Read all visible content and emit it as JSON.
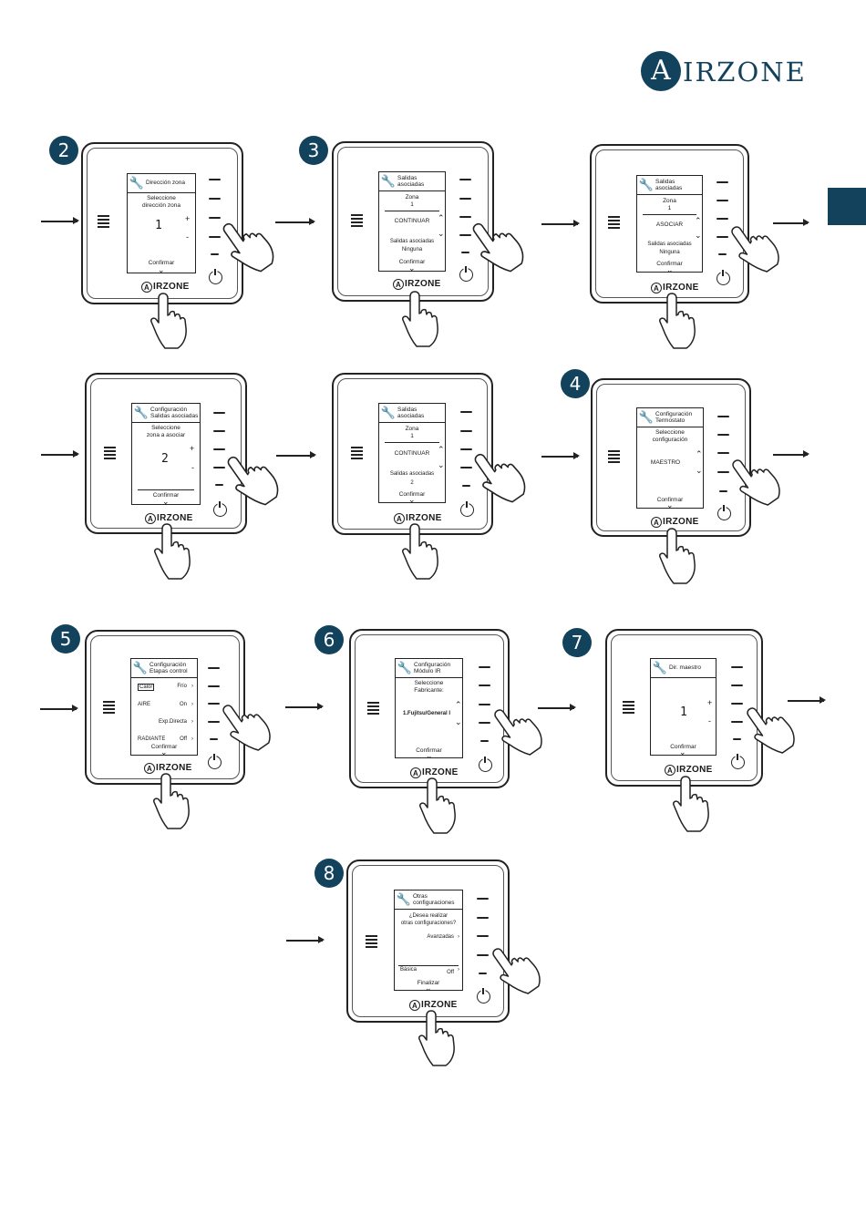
{
  "brand": {
    "logo_letter": "A",
    "logo_text": "IRZONE",
    "device_brand": "IRZONE",
    "device_mark": "A",
    "accent": "#13425d"
  },
  "steps": {
    "s2": "2",
    "s3": "3",
    "s4": "4",
    "s5": "5",
    "s6": "6",
    "s7": "7",
    "s8": "8"
  },
  "screens": {
    "a": {
      "title": "Dirección zona",
      "l1": "Seleccione",
      "l2": "dirección zona",
      "value": "1",
      "plus": "+",
      "minus": "-",
      "confirm": "Confirmar"
    },
    "b": {
      "title": "Salidas asociadas",
      "l1": "Zona",
      "l2": "1",
      "action": "CONTINUAR",
      "l3": "Salidas asociadas",
      "l4": "Ninguna",
      "confirm": "Confirmar"
    },
    "c": {
      "title": "Salidas asociadas",
      "l1": "Zona",
      "l2": "1",
      "action": "ASOCIAR",
      "l3": "Salidas asociadas",
      "l4": "Ninguna",
      "confirm": "Confirmar"
    },
    "d": {
      "title1": "Configuración",
      "title2": "Salidas asociadas",
      "l1": "Seleccione",
      "l2": "zona a asociar",
      "value": "2",
      "plus": "+",
      "minus": "-",
      "confirm": "Confirmar"
    },
    "e": {
      "title": "Salidas asociadas",
      "l1": "Zona",
      "l2": "1",
      "action": "CONTINUAR",
      "l3": "Salidas asociadas",
      "l4": "2",
      "confirm": "Confirmar"
    },
    "f": {
      "title1": "Configuración",
      "title2": "Termostato",
      "l1": "Seleccione",
      "l2": "configuración",
      "value": "MAESTRO",
      "confirm": "Confirmar"
    },
    "g": {
      "title1": "Configuración",
      "title2": "Etapas control",
      "rows": [
        {
          "label": "Calor",
          "value": "Frío"
        },
        {
          "label": "AIRE",
          "value": "On"
        },
        {
          "label": "",
          "value": "Exp.Directa"
        },
        {
          "label": "RADIANTE",
          "value": "Off"
        }
      ],
      "confirm": "Confirmar"
    },
    "h": {
      "title1": "Configuración",
      "title2": "Módulo IR",
      "l1": "Seleccione",
      "l2": "Fabricante:",
      "value": "1.Fujitsu/General I",
      "confirm": "Confirmar"
    },
    "i": {
      "title": "Dir. maestro",
      "value": "1",
      "plus": "+",
      "minus": "-",
      "confirm": "Confirmar"
    },
    "j": {
      "title1": "Otras",
      "title2": "configuraciones",
      "l1": "¿Desea realizar",
      "l2": "otras configuraciones?",
      "opt1": "Avanzadas",
      "opt2": "Básica",
      "opt2v": "Off",
      "confirm": "Finalizar"
    }
  }
}
